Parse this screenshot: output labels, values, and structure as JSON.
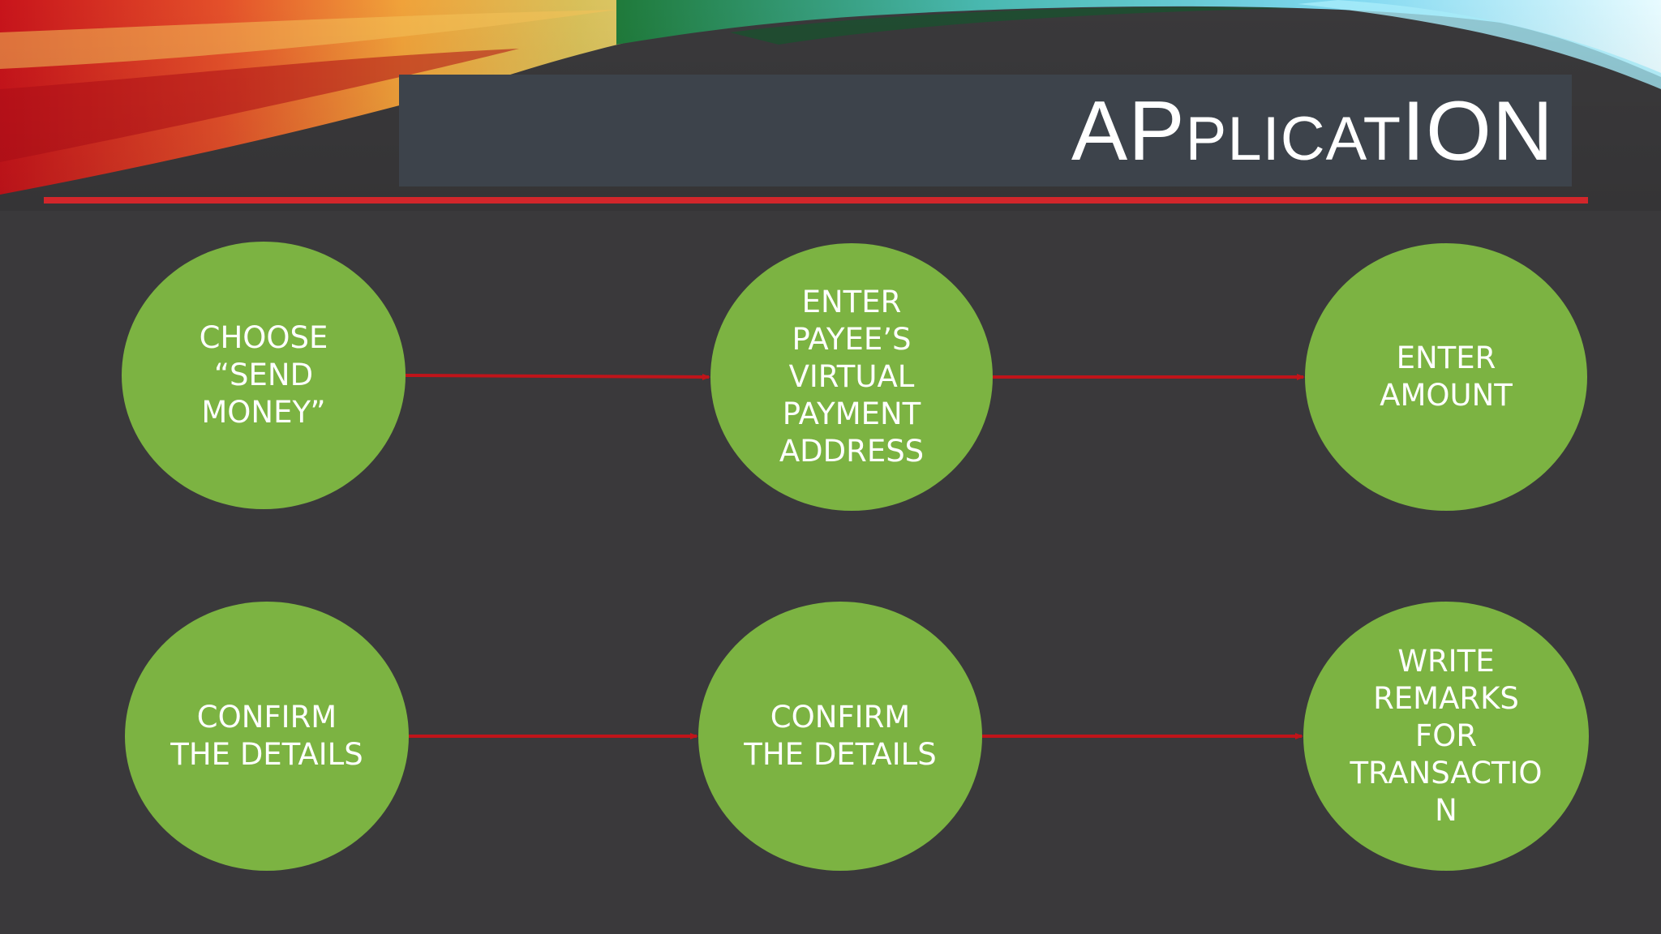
{
  "slide": {
    "title_parts": [
      "A",
      "P",
      "plicat",
      "ION"
    ],
    "colors": {
      "background": "#3a393b",
      "title_bar": "#3d434b",
      "rule": "#d2262b",
      "node_fill": "#7cb342",
      "arrow": "#c0141a"
    }
  },
  "flow": {
    "nodes": [
      {
        "id": "choose-send-money",
        "label": "CHOOSE\n“SEND\nMONEY”"
      },
      {
        "id": "enter-payee-vpa",
        "label": "ENTER\nPAYEE’S\nVIRTUAL\nPAYMENT\nADDRESS"
      },
      {
        "id": "enter-amount",
        "label": "ENTER\nAMOUNT"
      },
      {
        "id": "confirm-details-1",
        "label": "CONFIRM\nTHE DETAILS"
      },
      {
        "id": "confirm-details-2",
        "label": "CONFIRM\nTHE DETAILS"
      },
      {
        "id": "write-remarks",
        "label": "WRITE\nREMARKS\nFOR\nTRANSACTIO\nN"
      }
    ],
    "edges": [
      {
        "from": "choose-send-money",
        "to": "enter-payee-vpa"
      },
      {
        "from": "enter-payee-vpa",
        "to": "enter-amount"
      },
      {
        "from": "confirm-details-1",
        "to": "confirm-details-2"
      },
      {
        "from": "confirm-details-2",
        "to": "write-remarks"
      }
    ]
  }
}
